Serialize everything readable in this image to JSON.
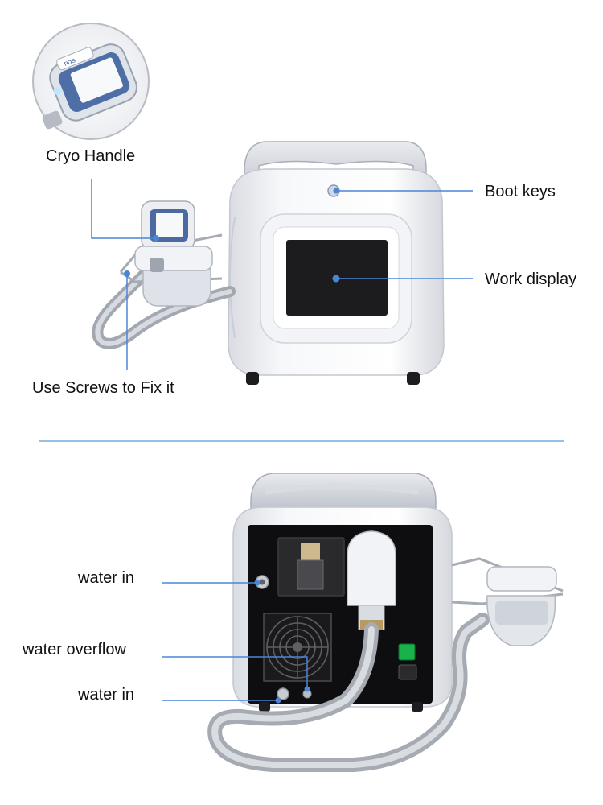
{
  "front_view": {
    "labels": {
      "cryo_handle": "Cryo Handle",
      "boot_keys": "Boot keys",
      "work_display": "Work display",
      "use_screws": "Use Screws to Fix it"
    },
    "inset_badge_text": "PDS"
  },
  "rear_view": {
    "labels": {
      "water_in_top": "water in",
      "water_overflow": "water overflow",
      "water_in_bottom": "water in"
    }
  },
  "colors": {
    "callout_line": "#4a86d6",
    "divider": "#5b9ad8",
    "device_body": "#f4f5f7",
    "screen": "#1c1c1e",
    "power_switch": "#19b24a"
  }
}
